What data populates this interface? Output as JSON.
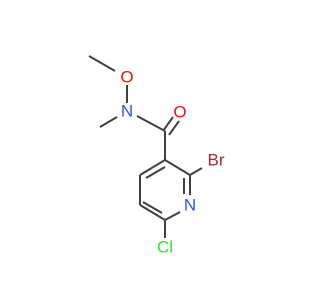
{
  "molecule": {
    "atoms": {
      "oxygen_methoxy": {
        "label": "O",
        "color": "#ff0d0d"
      },
      "nitrogen_amide": {
        "label": "N",
        "color": "#3050f8"
      },
      "oxygen_carbonyl": {
        "label": "O",
        "color": "#ff0d0d"
      },
      "bromine": {
        "label": "Br",
        "color": "#a62929"
      },
      "nitrogen_ring": {
        "label": "N",
        "color": "#3050f8"
      },
      "chlorine": {
        "label": "Cl",
        "color": "#1ff01f"
      }
    },
    "bond_color": "#404040"
  }
}
